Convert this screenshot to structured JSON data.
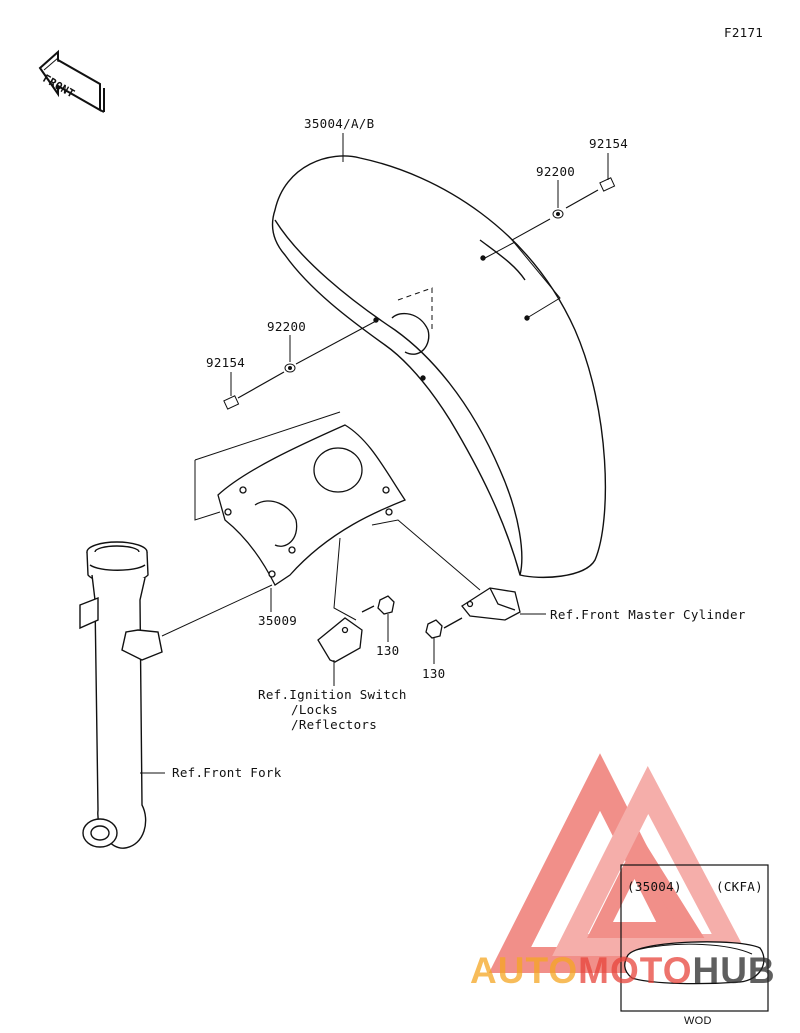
{
  "diagram_id": "F2171",
  "front_arrow": "FRONT",
  "parts": {
    "fender": "35004/A/B",
    "bolt_right": "92154",
    "washer_right": "92200",
    "washer_left": "92200",
    "bolt_left": "92154",
    "bracket": "35009",
    "bolt_a": "130",
    "bolt_b": "130"
  },
  "refs": {
    "master_cylinder": "Ref.Front Master Cylinder",
    "ignition_line1": "Ref.Ignition Switch",
    "ignition_line2": "/Locks",
    "ignition_line3": "/Reflectors",
    "front_fork": "Ref.Front Fork"
  },
  "inset": {
    "part": "(35004)",
    "code": "(CKFA)",
    "footer": "WOD"
  },
  "watermark": {
    "part1": "AUTO",
    "part2": "MOTO",
    "part3": "HUB",
    "color_orange": "#f5a623",
    "color_red": "#e8453c",
    "color_dark": "#2a2a2a"
  }
}
